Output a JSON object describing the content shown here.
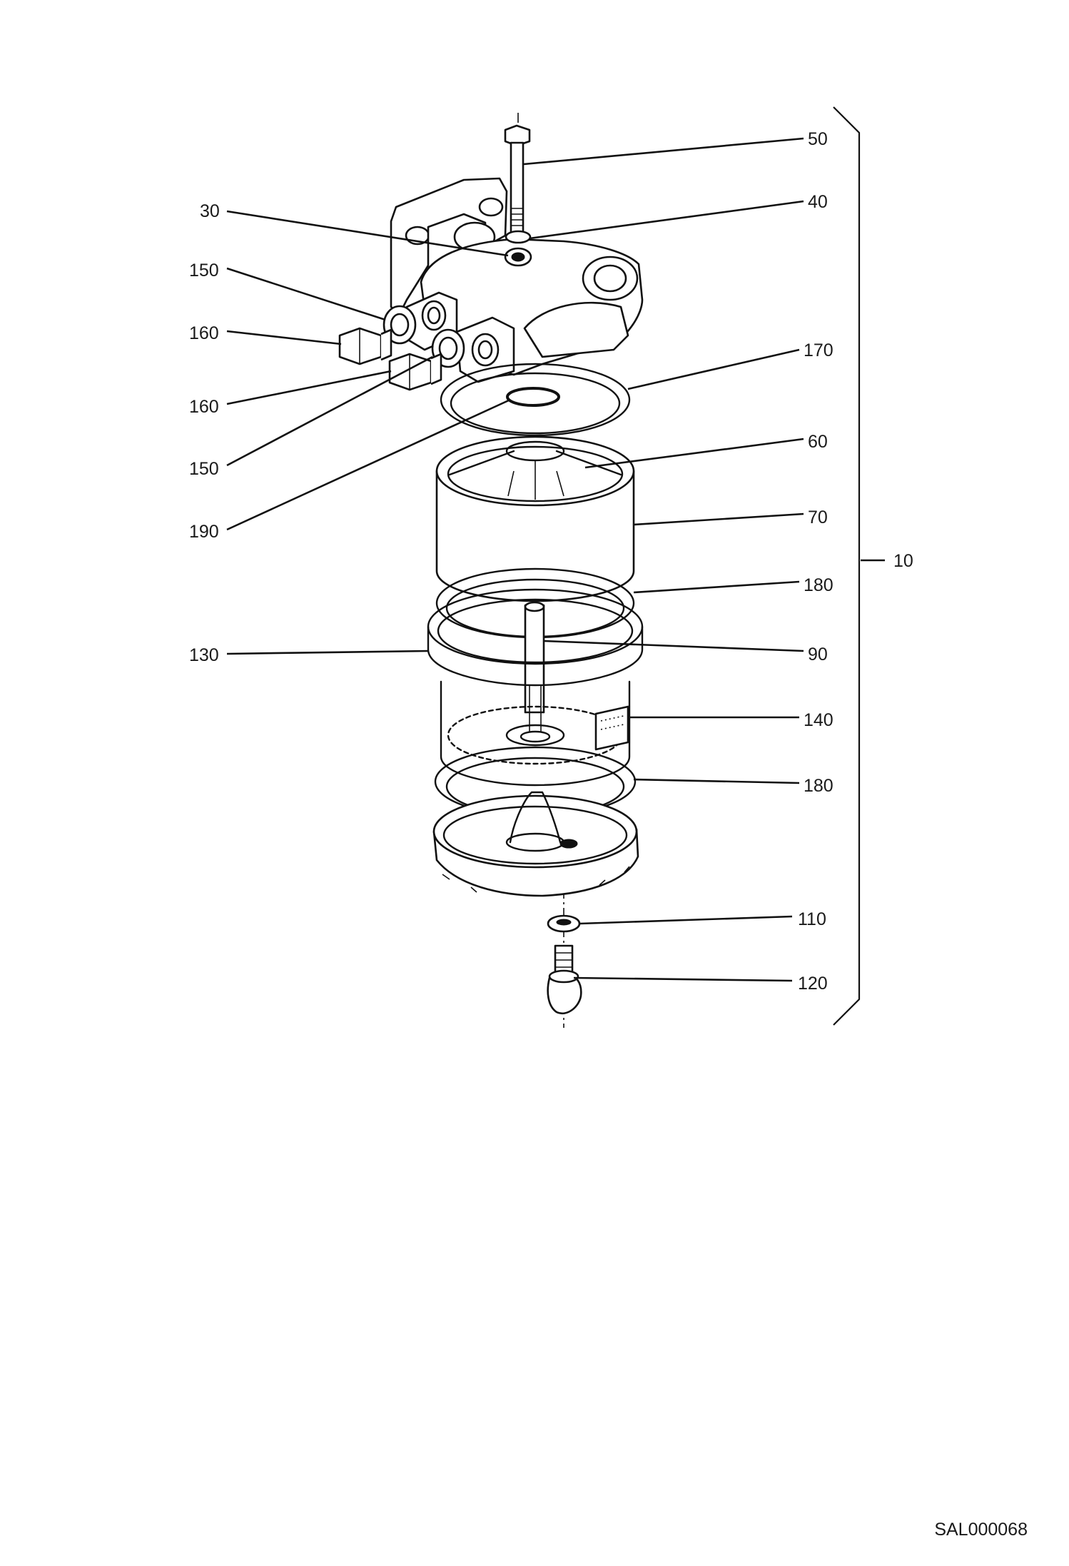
{
  "drawing_id": "SAL000068",
  "callouts": {
    "c50": "50",
    "c40": "40",
    "c30": "30",
    "c150a": "150",
    "c160a": "160",
    "c160b": "160",
    "c150b": "150",
    "c190": "190",
    "c170": "170",
    "c60": "60",
    "c70": "70",
    "c180a": "180",
    "c130": "130",
    "c90": "90",
    "c140": "140",
    "c180b": "180",
    "c110": "110",
    "c120": "120",
    "c10": "10"
  }
}
